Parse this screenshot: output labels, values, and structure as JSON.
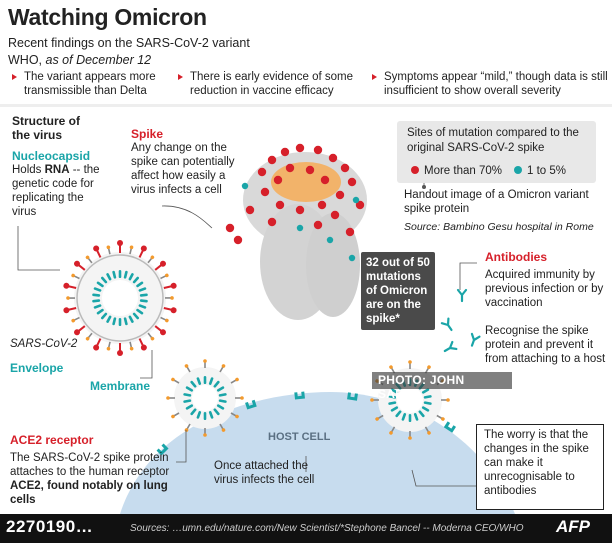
{
  "header": {
    "title": "Watching Omicron",
    "subtitle_line1": "Recent findings on the SARS-CoV-2 variant",
    "subtitle_line2_prefix": "WHO, ",
    "subtitle_line2_italic": "as of December 12"
  },
  "summary": [
    {
      "text": "The variant appears more transmissible than Delta"
    },
    {
      "text": "There is early evidence of some reduction in vaccine efficacy"
    },
    {
      "text": "Symptoms appear “mild,” though data is still insufficient to show overall severity"
    }
  ],
  "structure": {
    "heading": "Structure of the virus"
  },
  "nucleocapsid": {
    "title": "Nucleocapsid",
    "line1_prefix": "Holds ",
    "line1_bold": "RNA",
    "line1_suffix": " -- the",
    "rest": "genetic code for replicating the virus"
  },
  "spike": {
    "title": "Spike",
    "text": "Any change on the spike can potentially affect how easily a virus infects a cell"
  },
  "legend": {
    "title": "Sites of mutation compared to the original SARS-CoV-2 spike",
    "items": [
      {
        "label": "More than 70%",
        "color": "#d6202a"
      },
      {
        "label": "1 to 5%",
        "color": "#1aa5a8"
      }
    ]
  },
  "handout": {
    "caption": "Handout image of a Omicron variant spike protein",
    "source": "Source: Bambino Gesu hospital in Rome"
  },
  "callout": {
    "text": "32 out of 50 mutations of Omicron are on the spike*"
  },
  "antibodies": {
    "title": "Antibodies",
    "text1": "Acquired immunity by previous infection or by vaccination",
    "text2": "Recognise the spike protein and prevent it from attaching to a host"
  },
  "labels": {
    "sars": "SARS-CoV-2",
    "envelope": "Envelope",
    "membrane": "Membrane",
    "host_cell": "HOST CELL"
  },
  "ace2": {
    "title": "ACE2 receptor",
    "text_plain": "The SARS-CoV-2 spike protein attaches to the human receptor",
    "text_bold": "ACE2, found notably on lung cells"
  },
  "attached": {
    "text": "Once attached the virus infects the cell"
  },
  "worry": {
    "text": "The worry is that the changes in the spike can make it unrecognisable to antibodies"
  },
  "credit": {
    "text": "PHOTO: JOHN SAEKI"
  },
  "footer": {
    "code": "2270190…",
    "sources": "Sources: …umn.edu/nature.com/New Scientist/*Stephone Bancel -- Moderna CEO/WHO",
    "logo": "AFP"
  },
  "colors": {
    "accent_red": "#d6202a",
    "teal": "#1aa5a8",
    "host_cell": "#c7dcee"
  }
}
